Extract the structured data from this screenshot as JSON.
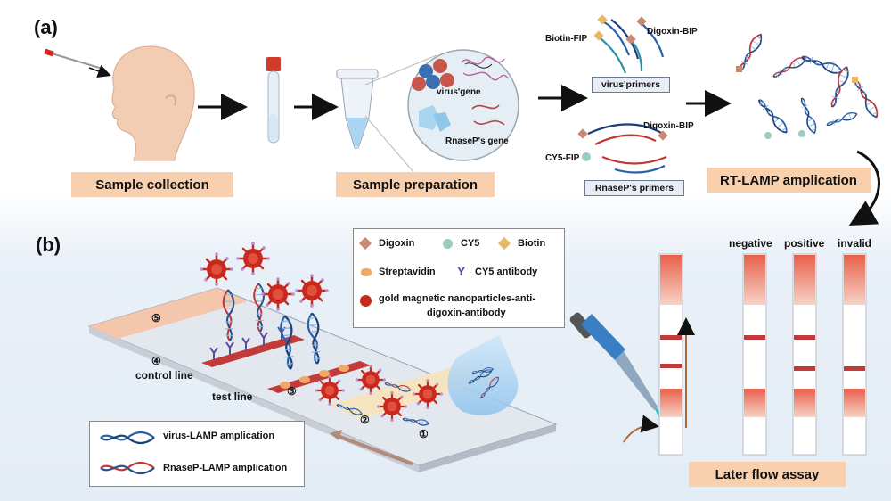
{
  "panels": {
    "a": "(a)",
    "b": "(b)"
  },
  "steps": {
    "collection": "Sample collection",
    "preparation": "Sample preparation",
    "rtlamp": "RT-LAMP amplication",
    "lfa": "Later flow assay"
  },
  "genes": {
    "virus": "virus'gene",
    "rnasep": "RnaseP's gene"
  },
  "primers": {
    "biotin_fip": "Biotin-FIP",
    "digoxin_bip_1": "Digoxin-BIP",
    "virus_box": "virus'primers",
    "digoxin_bip_2": "Digoxin-BIP",
    "cy5_fip": "CY5-FIP",
    "rnasep_box": "RnaseP's primers"
  },
  "legend": {
    "digoxin": "Digoxin",
    "cy5": "CY5",
    "biotin": "Biotin",
    "streptavidin": "Streptavidin",
    "cy5_antibody": "CY5 antibody",
    "gold_np_1": "gold magnetic nanoparticles-anti-",
    "gold_np_2": "digoxin-antibody"
  },
  "strip_numbers": {
    "n1": "①",
    "n2": "②",
    "n3": "③",
    "n4": "④",
    "n5": "⑤"
  },
  "lines": {
    "control": "control line",
    "test": "test line"
  },
  "bottom_legend": {
    "virus": "virus-LAMP amplication",
    "rnasep": "RnaseP-LAMP amplication"
  },
  "results": {
    "negative": "negative",
    "positive": "positive",
    "invalid": "invalid"
  },
  "colors": {
    "step_box": "#f8d0ae",
    "primer_box": "#e8ecf4",
    "strip_band": "#c23a3a",
    "gold_np": "#c8281e",
    "dna_blue": "#2a5fa8",
    "dna_red": "#c23636"
  }
}
